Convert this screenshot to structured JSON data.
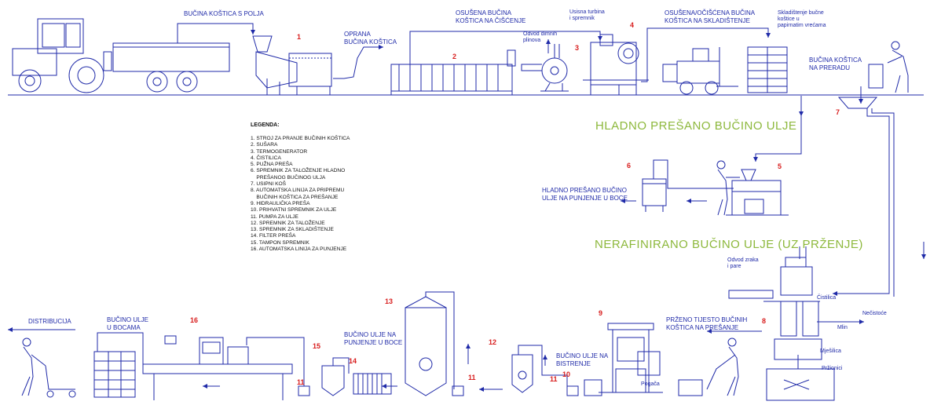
{
  "section_titles": {
    "cold_pressed": "HLADNO PREŠANO BUČINO ULJE",
    "unrefined": "NERAFINIRANO BUČINO ULJE (UZ PRŽENJE)"
  },
  "flow_labels": {
    "from_field": "BUČINA KOŠTICA S POLJA",
    "washed": "OPRANA\nBUČINA KOŠTICA",
    "dried_to_cleaning": "OSUŠENA BUČINA\nKOŠTICA NA ČIŠĆENJE",
    "suction": "Usisna turbina\ni spremnik",
    "flue_exhaust": "Odvod dimnih\nplinova",
    "dried_cleaned_storage": "OSUŠENA/OČIŠĆENA BUČINA\nKOŠTICA NA SKLADIŠTENJE",
    "storage_bags": "Skladištenje bučne\nkoštice u\npapirnatim vrećama",
    "to_processing": "BUČINA KOŠTICA\nNA PRERADU",
    "cold_oil_to_bottling": "HLADNO PREŠANO BUČINO\nULJE NA PUNJENJE U BOCE",
    "air_steam_exhaust": "Odvod zraka\ni pare",
    "cleaning_label": "Čistilica",
    "impurities": "Nečistoće",
    "mill": "Mlin",
    "mixer": "Mješilica",
    "roasters": "Pržionici",
    "roasted_dough": "PRŽENO TIJESTO BUČINIH\nKOŠTICA NA PREŠANJE",
    "press_cake": "Pogača",
    "oil_to_clarify": "BUČINO ULJE NA\nBISTRENJE",
    "oil_to_bottling": "BUČINO ULJE NA\nPUNJENJE U BOCE",
    "oil_in_bottles": "BUČINO ULJE\nU BOCAMA",
    "distribution": "DISTRIBUCIJA"
  },
  "numbers": {
    "n1": "1",
    "n2": "2",
    "n3": "3",
    "n4": "4",
    "n5": "5",
    "n6": "6",
    "n7": "7",
    "n8": "8",
    "n9": "9",
    "n10": "10",
    "n11a": "11",
    "n11b": "11",
    "n11c": "11",
    "n12": "12",
    "n13": "13",
    "n14": "14",
    "n15": "15",
    "n16": "16"
  },
  "legend": {
    "title": "LEGENDA:",
    "items": [
      "1. STROJ ZA PRANJE BUČINIH KOŠTICA",
      "2. SUŠARA",
      "3. TERMOGENERATOR",
      "4. ČISTILICA",
      "5. PUŽNA PREŠA",
      "6. SPREMNIK ZA TALOŽENJE HLADNO\n    PREŠANOG BUČINOG ULJA",
      "7. USIPNI KOŠ",
      "8. AUTOMATSKA LINIJA ZA PRIPREMU\n    BUČINIH KOŠTICA ZA PREŠANJE",
      "9. HIDRAULIČKA PREŠA",
      "10. PRIHVATNI SPREMNIK ZA ULJE",
      "11. PUMPA ZA ULJE",
      "12. SPREMNIK ZA TALOŽENJE",
      "13. SPREMNIK ZA SKLADIŠTENJE",
      "14. FILTER PREŠA",
      "15. TAMPON SPREMNIK",
      "16. AUTOMATSKA LINIJA ZA PUNJENJE"
    ]
  },
  "colors": {
    "line": "#1f2aa8",
    "number": "#d81e1e",
    "section": "#8db83c",
    "legend_text": "#111111"
  }
}
